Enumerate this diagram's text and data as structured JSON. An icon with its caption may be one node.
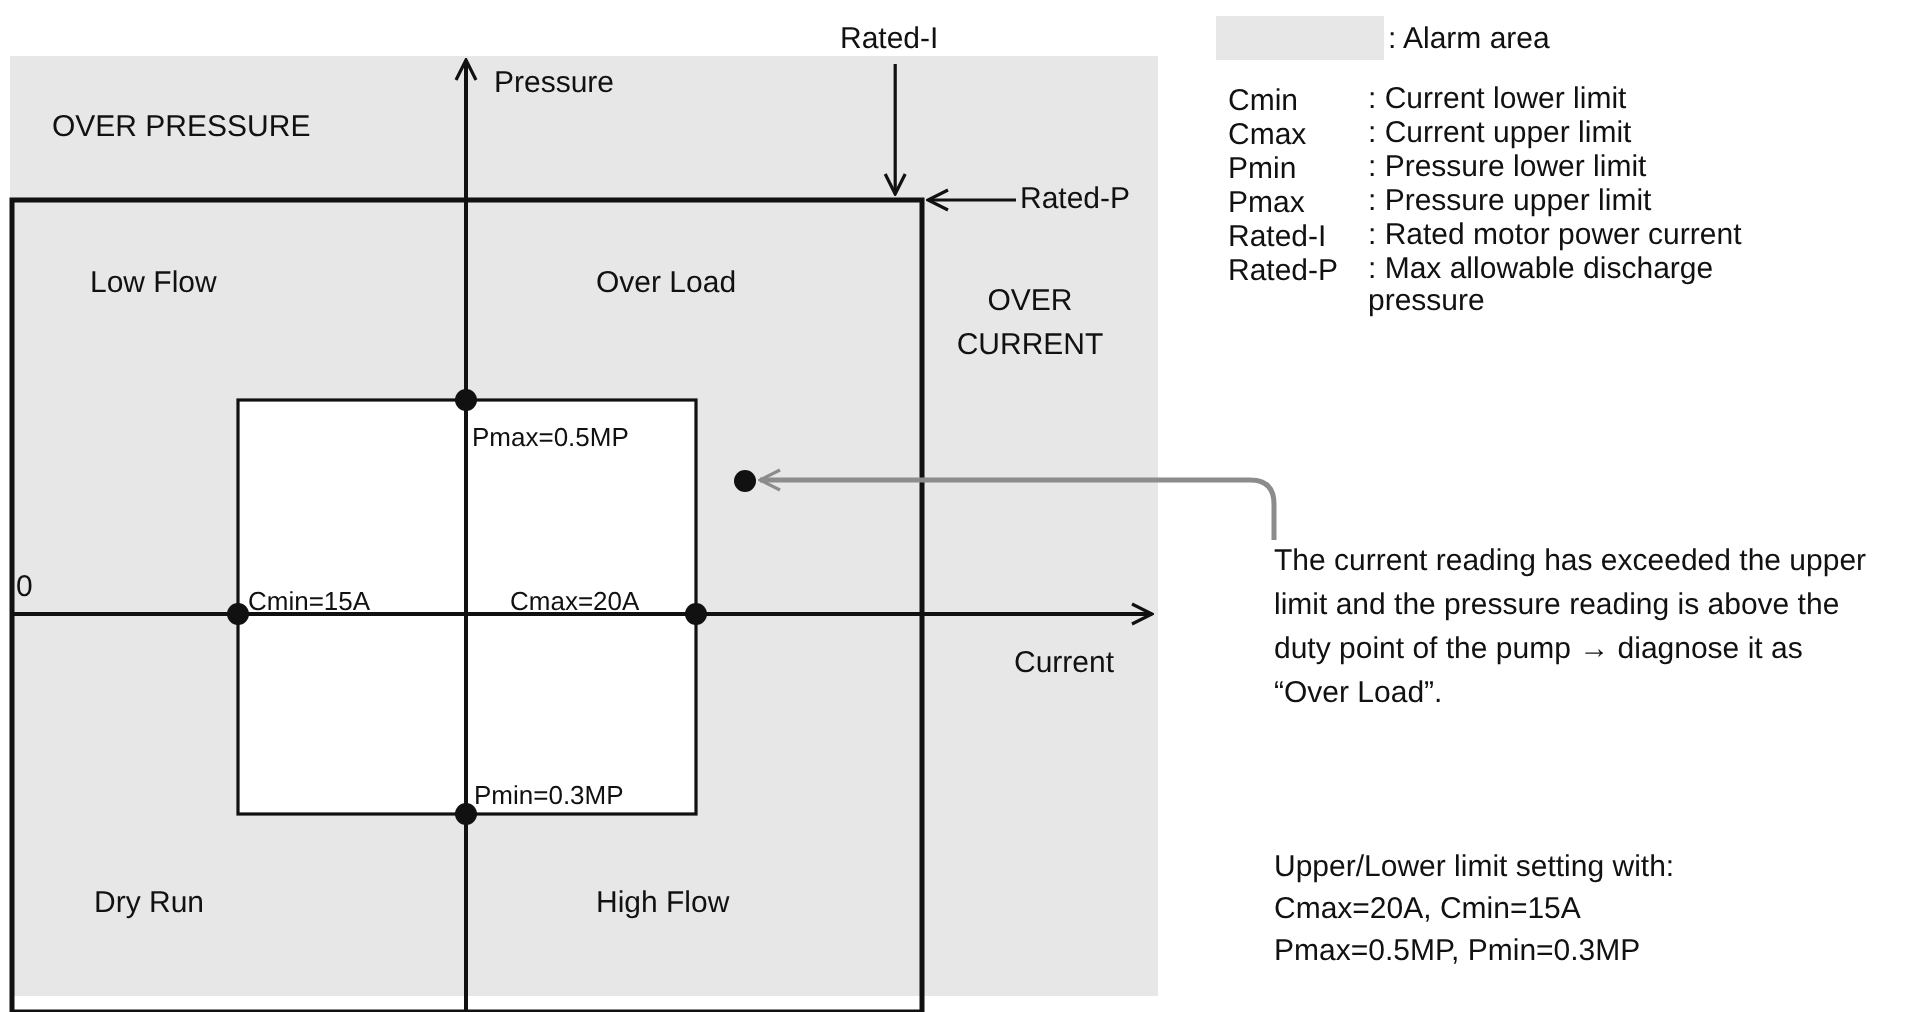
{
  "diagram": {
    "nodes": [
      {
        "text": [
          "The current reading has exceeded the upper limit and the pressure reading is above the duty point of the pump → diagnose it as “Over Load”."
        ]
      },
      {
        "text": [],
        "shape": "circle"
      },
      {
        "text": [
          "Rated-I"
        ]
      },
      {
        "text": [
          "Rated-P"
        ]
      }
    ],
    "edges": [
      {
        "from": 0,
        "to": 1,
        "arrow": "to",
        "color": "#8c8c8c"
      },
      {
        "from": 2,
        "to": null,
        "arrow": "to"
      },
      {
        "from": 3,
        "to": null,
        "arrow": "to"
      }
    ],
    "labels": [
      "Pressure",
      "OVER PRESSURE",
      "Low Flow",
      "Over Load",
      "OVER CURRENT",
      "Pmax=0.5MP",
      "0",
      "Cmin=15A",
      "Cmax=20A",
      "Current",
      "Pmin=0.3MP",
      "Dry Run",
      "High Flow",
      "Cmin",
      ": Current lower limit",
      "Cmax",
      ": Current upper limit",
      "Pmin",
      ": Pressure lower limit",
      "Pmax",
      ": Pressure upper limit",
      "Rated-I",
      ": Rated motor power current",
      "Rated-P",
      ": Max  allowable discharge pressure",
      "Upper/Lower limit setting with: Cmax=20A, Cmin=15A Pmax=0.5MP, Pmin=0.3MP"
    ],
    "legend": [
      {
        "text": ": Alarm area",
        "color": "#e6e7e6"
      }
    ]
  }
}
